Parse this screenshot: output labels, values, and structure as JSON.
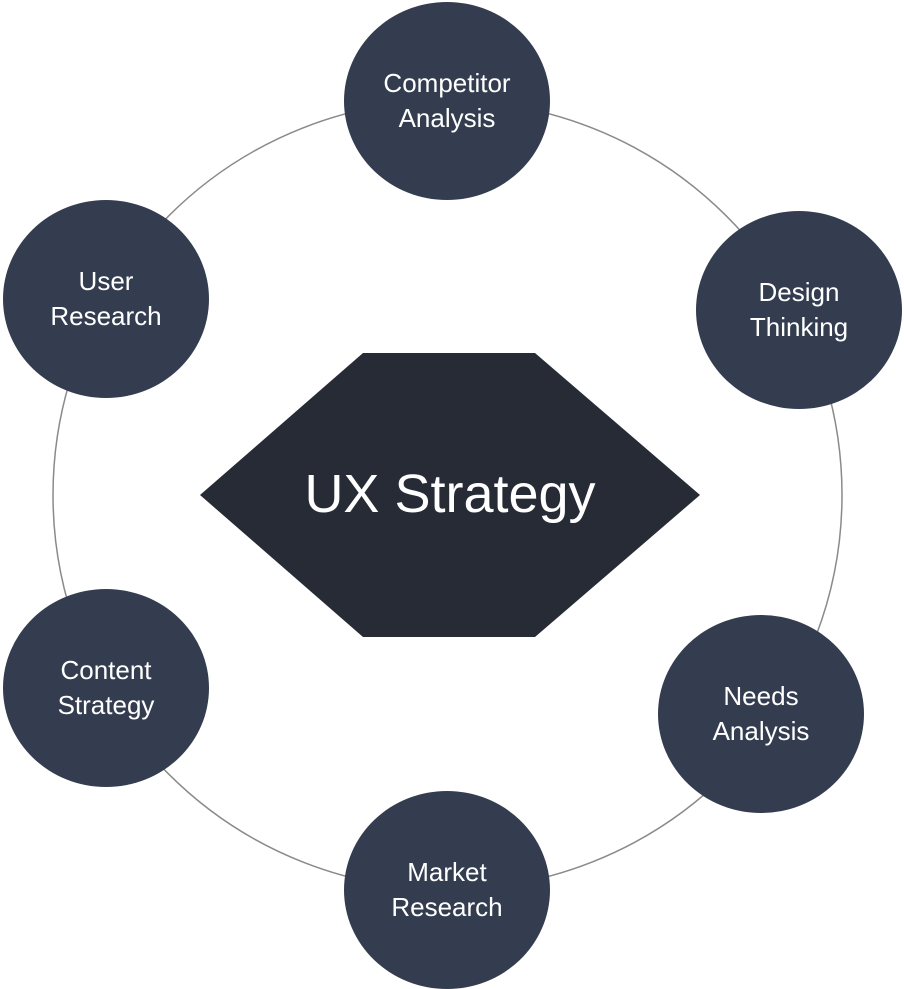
{
  "diagram": {
    "title": "UX Strategy",
    "colors": {
      "center_fill": "#262b36",
      "node_fill": "#343d4f",
      "ring_stroke": "#8a8a8a",
      "text": "#ffffff"
    },
    "nodes": [
      {
        "id": "competitor-analysis",
        "label": "Competitor\nAnalysis"
      },
      {
        "id": "design-thinking",
        "label": "Design\nThinking"
      },
      {
        "id": "needs-analysis",
        "label": "Needs\nAnalysis"
      },
      {
        "id": "market-research",
        "label": "Market\nResearch"
      },
      {
        "id": "content-strategy",
        "label": "Content\nStrategy"
      },
      {
        "id": "user-research",
        "label": "User\nResearch"
      }
    ]
  }
}
